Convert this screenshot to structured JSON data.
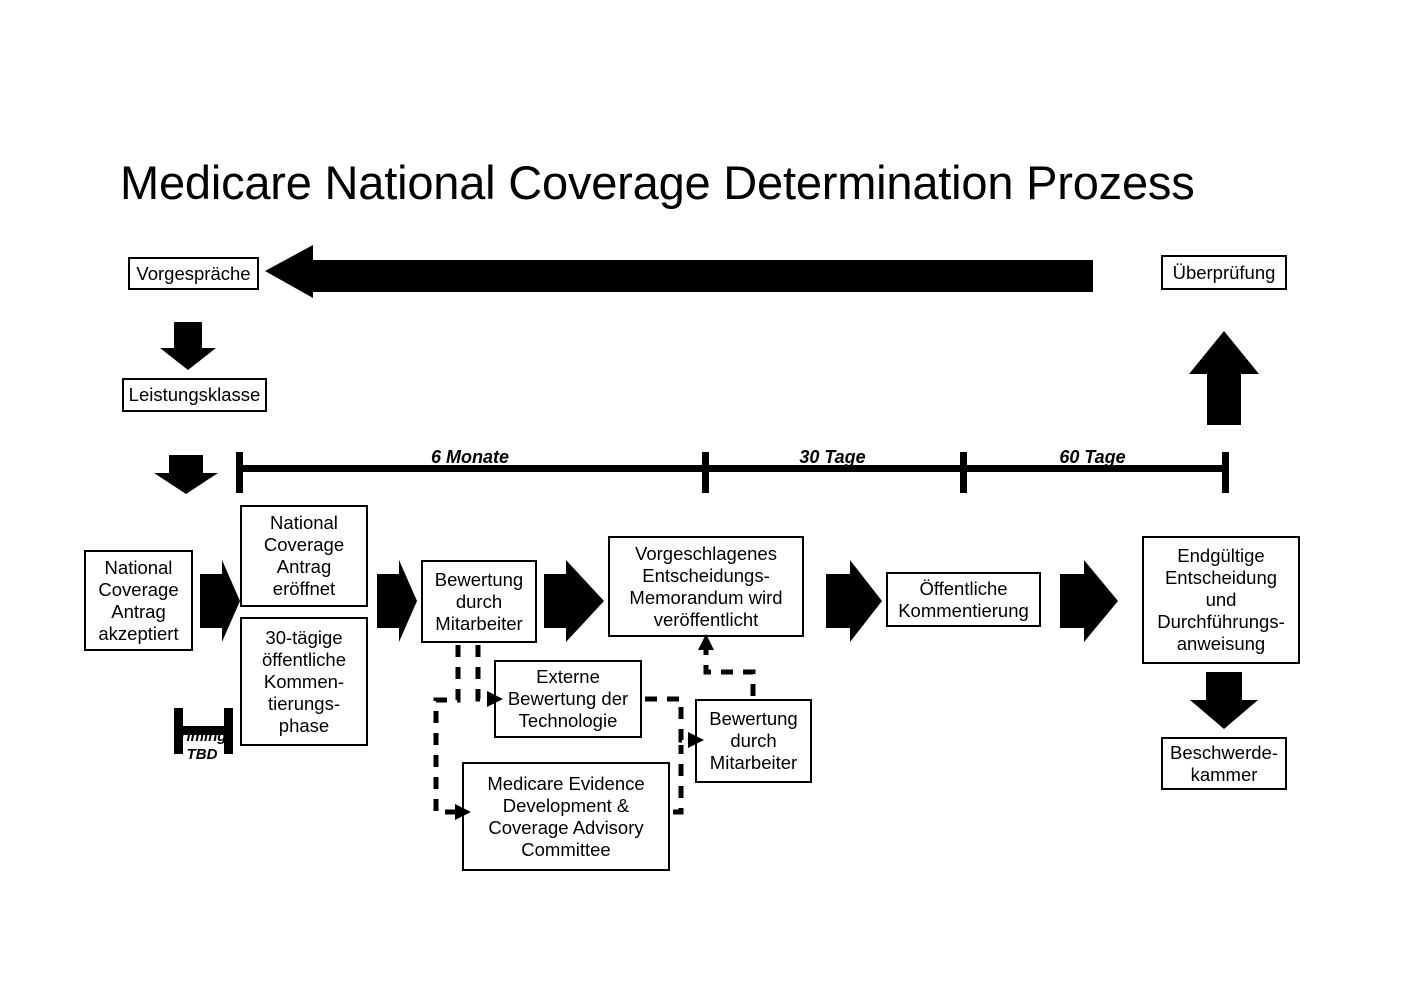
{
  "page": {
    "title": "Medicare National Coverage Determination Prozess",
    "background_color": "#ffffff",
    "ink_color": "#000000"
  },
  "top_row": {
    "left_box_label": "Vorgespräche",
    "right_box_label": "Überprüfung",
    "feedback_arrow_name": "feedback-arrow-left"
  },
  "left_column": {
    "benefit_category_label": "Leistungsklasse"
  },
  "timeline": {
    "segments": [
      {
        "label": "6 Monate"
      },
      {
        "label": "30 Tage"
      },
      {
        "label": "60 Tage"
      }
    ]
  },
  "timing_bracket": {
    "line1": "Timing",
    "line2": "TBD"
  },
  "flow": {
    "request_accepted": "National Coverage Antrag akzeptiert",
    "request_opened": "National Coverage Antrag eröffnet",
    "public_comment_30": "30-tägige öffentliche Kommen-tierungs-phase",
    "staff_review_1": "Bewertung durch Mitarbeiter",
    "proposed_memo": "Vorgeschlagenes Entscheidungs-Memorandum wird veröffentlicht",
    "public_comment": "Öffentliche Kommentierung",
    "final_decision": "Endgültige Entscheidung und Durchführungs-anweisung",
    "appeals_board": "Beschwerde-kammer"
  },
  "optional_branch": {
    "external_assessment": "Externe Bewertung der Technologie",
    "medcac": "Medicare Evidence Development & Coverage Advisory Committee",
    "staff_review_2": "Bewertung durch Mitarbeiter"
  },
  "chart_data": {
    "type": "diagram",
    "title": "Medicare National Coverage Determination Prozess",
    "nodes": [
      {
        "id": "vorgespraeche",
        "label": "Vorgespräche"
      },
      {
        "id": "ueberpruefung",
        "label": "Überprüfung"
      },
      {
        "id": "leistungsklasse",
        "label": "Leistungsklasse"
      },
      {
        "id": "antrag-akzeptiert",
        "label": "National Coverage Antrag akzeptiert"
      },
      {
        "id": "antrag-eroeffnet",
        "label": "National Coverage Antrag eröffnet"
      },
      {
        "id": "kommentierungsphase",
        "label": "30-tägige öffentliche Kommentierungsphase"
      },
      {
        "id": "bewertung-mitarbeiter-1",
        "label": "Bewertung durch Mitarbeiter"
      },
      {
        "id": "externe-bewertung",
        "label": "Externe Bewertung der Technologie"
      },
      {
        "id": "medcac",
        "label": "Medicare Evidence Development & Coverage Advisory Committee"
      },
      {
        "id": "bewertung-mitarbeiter-2",
        "label": "Bewertung durch Mitarbeiter"
      },
      {
        "id": "memorandum",
        "label": "Vorgeschlagenes Entscheidungs-Memorandum wird veröffentlicht"
      },
      {
        "id": "oeffentliche-kommentierung",
        "label": "Öffentliche Kommentierung"
      },
      {
        "id": "endgueltige-entscheidung",
        "label": "Endgültige Entscheidung und Durchführungsanweisung"
      },
      {
        "id": "beschwerdekammer",
        "label": "Beschwerde-kammer"
      }
    ],
    "edges": [
      {
        "from": "ueberpruefung",
        "to": "vorgespraeche",
        "style": "solid"
      },
      {
        "from": "vorgespraeche",
        "to": "leistungsklasse",
        "style": "solid"
      },
      {
        "from": "leistungsklasse",
        "to": "antrag-akzeptiert",
        "style": "solid"
      },
      {
        "from": "antrag-akzeptiert",
        "to": "antrag-eroeffnet",
        "style": "solid"
      },
      {
        "from": "antrag-eroeffnet",
        "to": "bewertung-mitarbeiter-1",
        "style": "solid"
      },
      {
        "from": "bewertung-mitarbeiter-1",
        "to": "memorandum",
        "style": "solid"
      },
      {
        "from": "bewertung-mitarbeiter-1",
        "to": "externe-bewertung",
        "style": "dashed"
      },
      {
        "from": "bewertung-mitarbeiter-1",
        "to": "medcac",
        "style": "dashed"
      },
      {
        "from": "externe-bewertung",
        "to": "bewertung-mitarbeiter-2",
        "style": "dashed"
      },
      {
        "from": "medcac",
        "to": "bewertung-mitarbeiter-2",
        "style": "dashed"
      },
      {
        "from": "bewertung-mitarbeiter-2",
        "to": "memorandum",
        "style": "dashed"
      },
      {
        "from": "memorandum",
        "to": "oeffentliche-kommentierung",
        "style": "solid"
      },
      {
        "from": "oeffentliche-kommentierung",
        "to": "endgueltige-entscheidung",
        "style": "solid"
      },
      {
        "from": "endgueltige-entscheidung",
        "to": "beschwerdekammer",
        "style": "solid"
      },
      {
        "from": "endgueltige-entscheidung",
        "to": "ueberpruefung",
        "style": "solid"
      }
    ],
    "timeline_segments": [
      "6 Monate",
      "30 Tage",
      "60 Tage"
    ],
    "annotations": [
      "Timing TBD"
    ]
  }
}
